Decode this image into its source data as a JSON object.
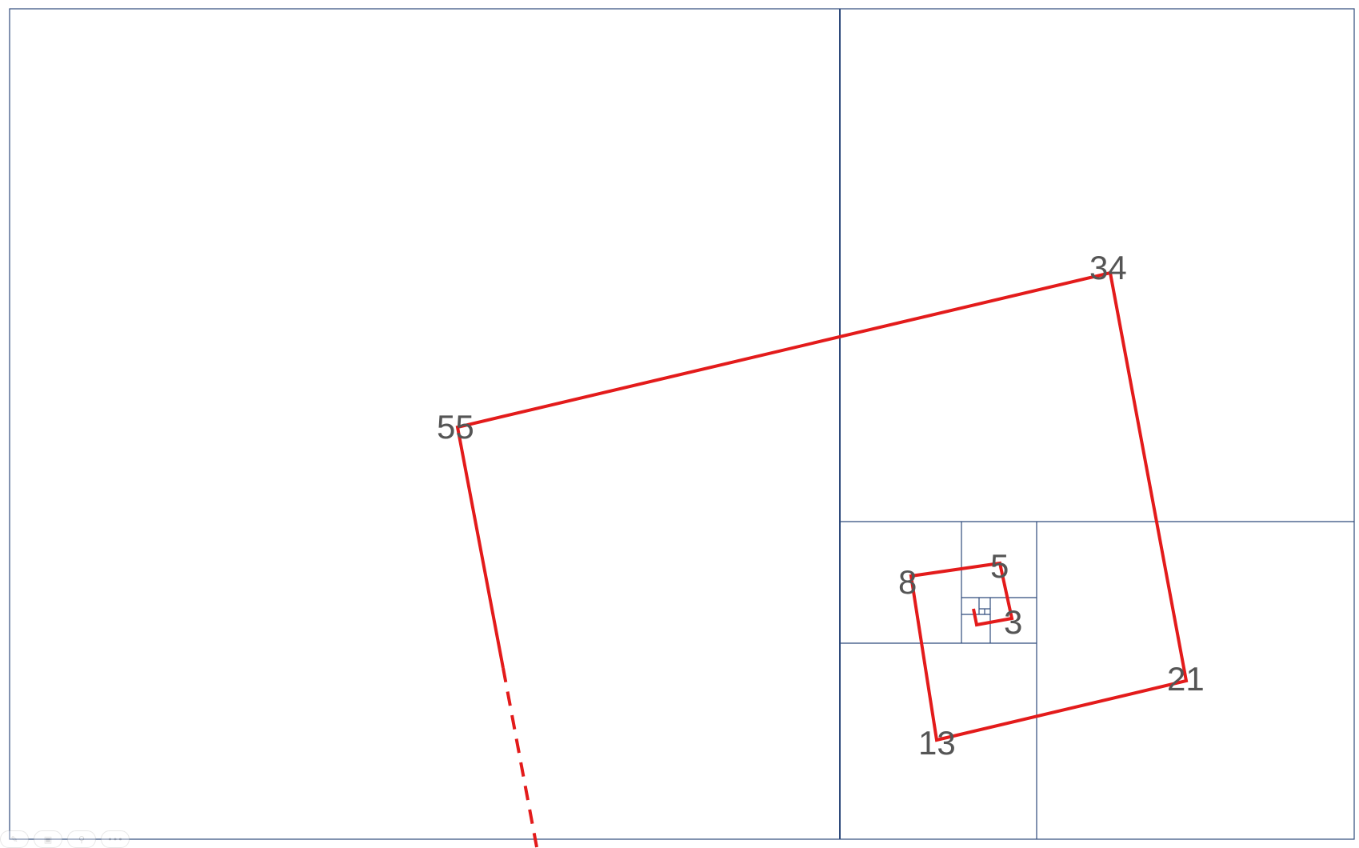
{
  "labels": {
    "n3": "3",
    "n5": "5",
    "n8": "8",
    "n13": "13",
    "n21": "21",
    "n34": "34",
    "n55": "55"
  },
  "colors": {
    "grid": "#2f4b7c",
    "spiral": "#e31b1b",
    "label": "#555555"
  },
  "toolbar": {
    "icons": [
      "pen-icon",
      "save-icon",
      "zoom-icon",
      "more-icon"
    ]
  }
}
